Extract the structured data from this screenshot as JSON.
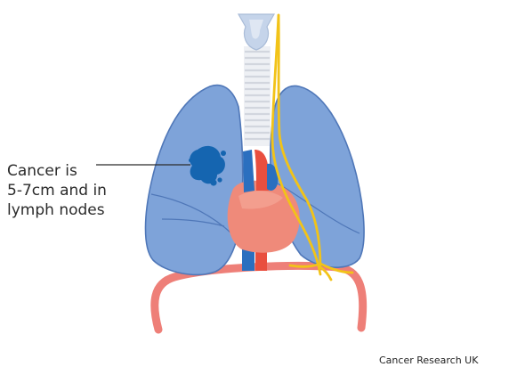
{
  "annotation": {
    "lines": [
      "Cancer is",
      "5-7cm and in",
      "lymph nodes"
    ]
  },
  "credit": "Cancer Research UK",
  "colors": {
    "lung_fill": "#7ea3d9",
    "lung_outline": "#4f77b8",
    "tumour": "#1565b0",
    "heart": "#ef8a7a",
    "artery": "#e94f3f",
    "vein": "#2b6fbf",
    "aorta_arch": "#ee7f78",
    "nerve": "#f2c318",
    "trachea": "#d7dce4",
    "larynx": "#bfd0e6"
  }
}
